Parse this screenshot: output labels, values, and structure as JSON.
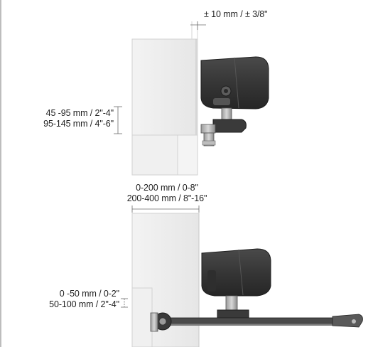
{
  "top_diagram": {
    "tolerance_label": "± 10 mm / ± 3/8\"",
    "height_label_line1": "45 -95 mm / 2\"-4\"",
    "height_label_line2": "95-145 mm / 4\"-6\""
  },
  "bottom_diagram": {
    "width_label_line1": "0-200 mm / 0-8\"",
    "width_label_line2": "200-400 mm / 8\"-16\"",
    "offset_label_line1": "0 -50 mm / 0-2\"",
    "offset_label_line2": "50-100 mm / 2\"-4\""
  },
  "colors": {
    "wall": "#ececec",
    "wall_edge": "#cfcfcf",
    "operator_body": "#3a3a3a",
    "operator_dark": "#262626",
    "dimension_line": "#6b6b6b"
  }
}
